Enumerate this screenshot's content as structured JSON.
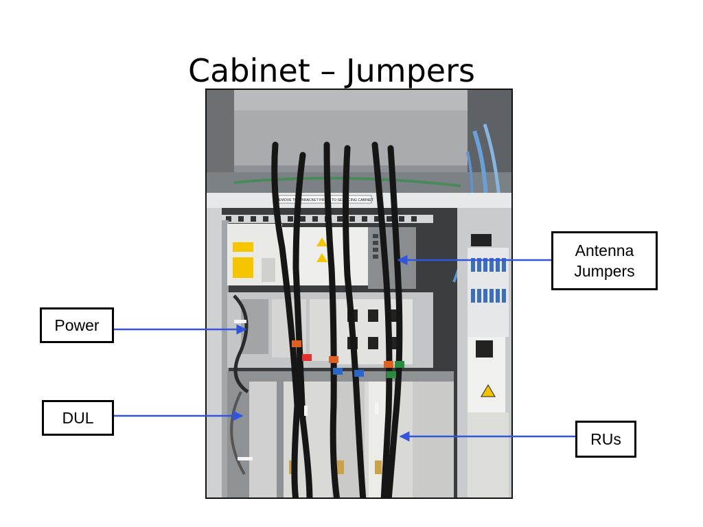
{
  "slide": {
    "title": "Cabinet – Jumpers"
  },
  "photo": {
    "bracket_label": "REMOVE THIS BRACKET PRIOR TO SERVICING CABINET"
  },
  "callouts": {
    "power": "Power",
    "dul": "DUL",
    "antenna_jumpers": "Antenna\nJumpers",
    "rus": "RUs"
  },
  "colors": {
    "arrow": "#3355dd",
    "outline": "#000000"
  }
}
